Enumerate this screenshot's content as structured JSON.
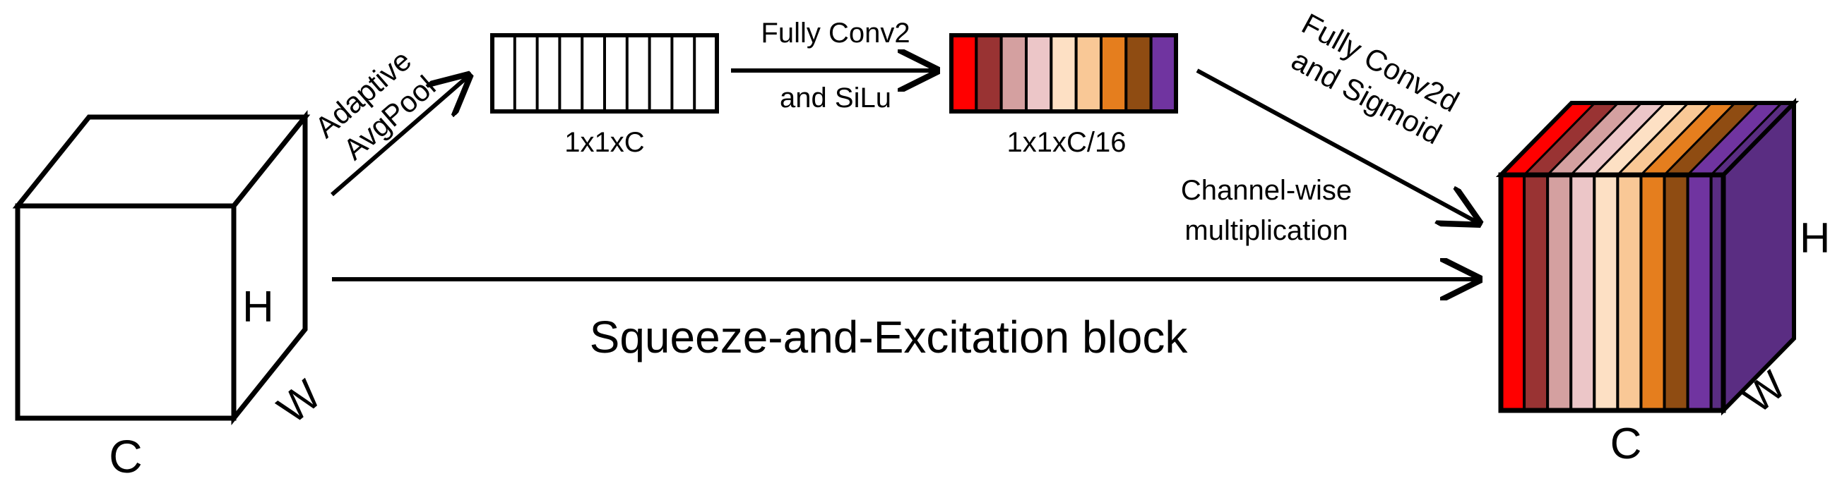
{
  "diagram": {
    "title": "Squeeze-and-Excitation block",
    "labels": {
      "input_h": "H",
      "input_c": "C",
      "input_w": "W",
      "output_h": "H",
      "output_c": "C",
      "output_w": "W",
      "pool_line1": "Adaptive",
      "pool_line2": "AvgPool",
      "vec_squeeze": "1x1xC",
      "conv1_line1": "Fully Conv2",
      "conv1_line2": "and SiLu",
      "vec_excite": "1x1xC/16",
      "conv2_line1": "Fully Conv2d",
      "conv2_line2": "and Sigmoid",
      "mult_line1": "Channel-wise",
      "mult_line2": "multiplication"
    },
    "squeeze_cells": 10,
    "channel_colors": [
      "#ff0000",
      "#993333",
      "#d4a0a0",
      "#ecc6c8",
      "#fde0c4",
      "#f9c896",
      "#e57e1e",
      "#8f4c12",
      "#7034a0"
    ],
    "output_side_color": "#5a2d82",
    "stroke_color": "#000000"
  }
}
